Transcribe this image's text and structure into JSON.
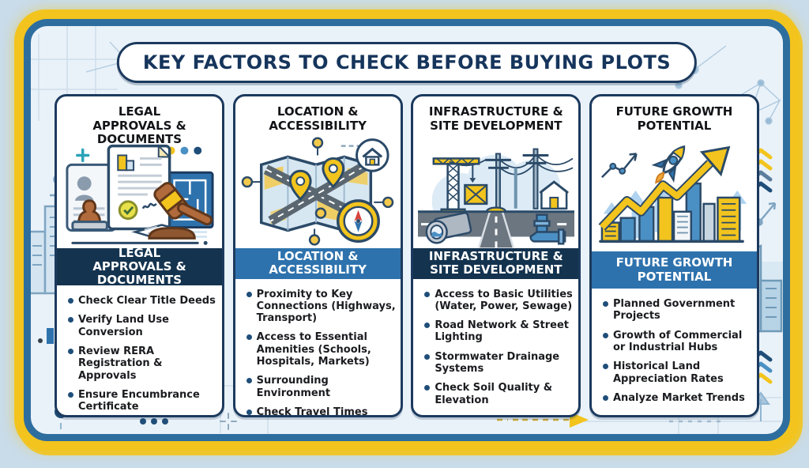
{
  "title": "KEY FACTORS TO CHECK BEFORE BUYING PLOTS",
  "colors": {
    "page_background": "#C9DCEA",
    "frame_yellow": "#F2C41D",
    "frame_blue": "#2E6E9E",
    "panel_background": "#EAF2F9",
    "card_border": "#1C3A5E",
    "title_text": "#16355C",
    "banner_navy": "#14334F",
    "banner_blue": "#2E72AD",
    "bullet_dot": "#1F4E79",
    "accent_yellow": "#F2C41D",
    "accent_blue": "#4A90C4"
  },
  "columns": [
    {
      "header": "LEGAL APPROVALS & DOCUMENTS",
      "banner": "LEGAL APPROVALS & DOCUMENTS",
      "banner_color": "#14334F",
      "illustration": "legal-documents-gavel-illustration",
      "bullets": [
        "Check Clear Title Deeds",
        "Verify Land Use Conversion",
        "Review RERA Registration & Approvals",
        "Ensure Encumbrance Certificate"
      ]
    },
    {
      "header": "LOCATION & ACCESSIBILITY",
      "banner": "LOCATION & ACCESSIBILITY",
      "banner_color": "#2E72AD",
      "illustration": "map-pins-compass-illustration",
      "bullets": [
        "Proximity to Key Connections (Highways, Transport)",
        "Access to Essential Amenities (Schools, Hospitals, Markets)",
        "Surrounding Environment",
        "Check Travel Times"
      ]
    },
    {
      "header": "INFRASTRUCTURE & SITE DEVELOPMENT",
      "banner": "INFRASTRUCTURE & SITE DEVELOPMENT",
      "banner_color": "#14334F",
      "illustration": "construction-site-road-illustration",
      "bullets": [
        "Access to Basic Utilities (Water, Power, Sewage)",
        "Road Network & Street Lighting",
        "Stormwater Drainage Systems",
        "Check Soil Quality & Elevation"
      ]
    },
    {
      "header": "FUTURE GROWTH POTENTIAL",
      "banner": "FUTURE GROWTH POTENTIAL",
      "banner_color": "#2E72AD",
      "illustration": "growth-bars-rocket-illustration",
      "bullets": [
        "Planned Government Projects",
        "Growth of Commercial or Industrial Hubs",
        "Historical Land Appreciation Rates",
        "Analyze Market Trends"
      ]
    }
  ]
}
